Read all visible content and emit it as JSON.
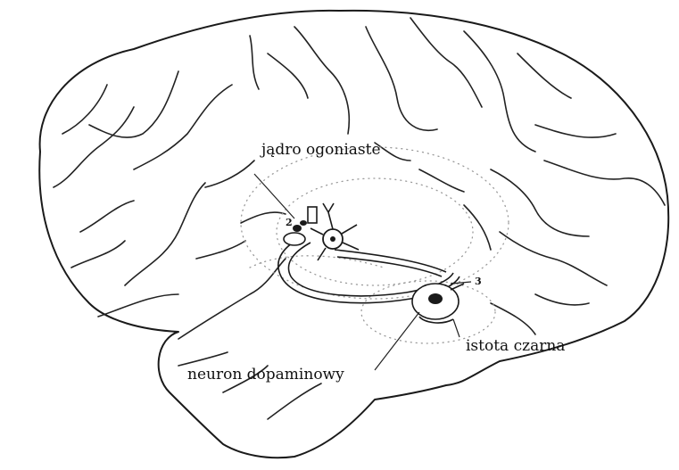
{
  "labels": {
    "caudate": "jądro ogoniaste",
    "neuron": "neuron dopaminowy",
    "substantia": "istota czarna"
  },
  "markers": {
    "two": "2",
    "three": "3"
  }
}
